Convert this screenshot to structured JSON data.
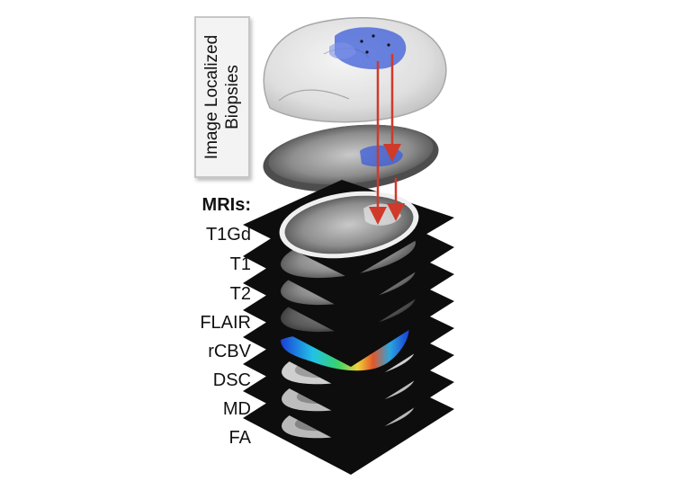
{
  "figure": {
    "biopsy_label": "Image Localized Biopsies",
    "mri_heading": "MRIs:",
    "mri_sequences": [
      "T1Gd",
      "T1",
      "T2",
      "FLAIR",
      "rCBV",
      "DSC",
      "MD",
      "FA"
    ]
  },
  "colors": {
    "arrow": "#d03a2a",
    "plate": "#0d0d0d",
    "tumor": "#3b5bd8",
    "label_box_border": "#c7c7c7"
  }
}
